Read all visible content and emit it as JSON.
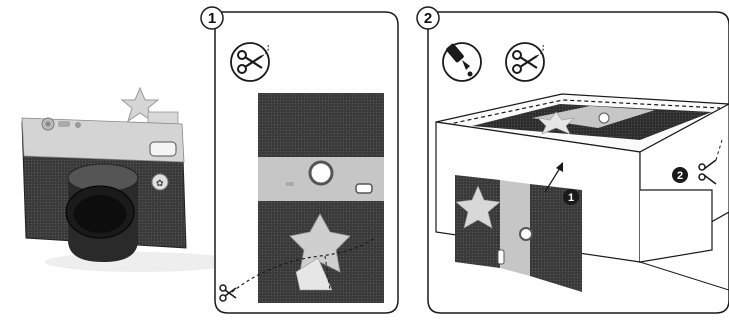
{
  "steps": [
    {
      "number": "1",
      "tools": [
        "scissors-icon"
      ]
    },
    {
      "number": "2",
      "tools": [
        "glue-bottle-icon",
        "scissors-icon"
      ]
    }
  ],
  "callouts": [
    "1",
    "2"
  ],
  "colors": {
    "outline": "#1a1a1a",
    "dark_pattern": "#3a3a3a",
    "silver_band": "#c8c8c8",
    "background": "#ffffff"
  }
}
